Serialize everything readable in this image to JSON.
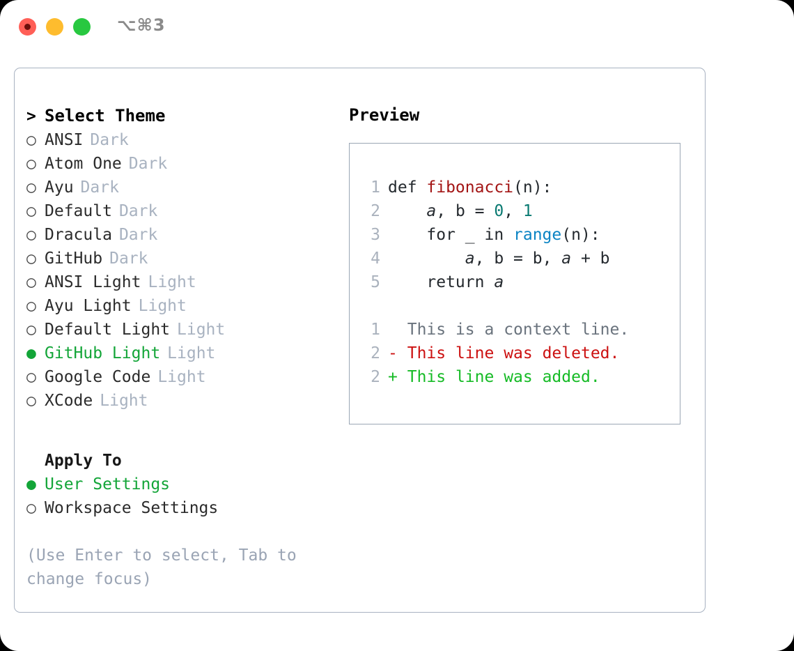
{
  "titlebar": {
    "shortcut": "⌥⌘3",
    "buttons": {
      "close": "close",
      "minimize": "minimize",
      "maximize": "maximize"
    }
  },
  "theme_list": {
    "heading_marker": ">",
    "heading": "Select Theme",
    "items": [
      {
        "marker": "○",
        "label": "ANSI",
        "tag": "Dark",
        "selected": false
      },
      {
        "marker": "○",
        "label": "Atom One",
        "tag": "Dark",
        "selected": false
      },
      {
        "marker": "○",
        "label": "Ayu",
        "tag": "Dark",
        "selected": false
      },
      {
        "marker": "○",
        "label": "Default",
        "tag": "Dark",
        "selected": false
      },
      {
        "marker": "○",
        "label": "Dracula",
        "tag": "Dark",
        "selected": false
      },
      {
        "marker": "○",
        "label": "GitHub",
        "tag": "Dark",
        "selected": false
      },
      {
        "marker": "○",
        "label": "ANSI Light",
        "tag": "Light",
        "selected": false
      },
      {
        "marker": "○",
        "label": "Ayu Light",
        "tag": "Light",
        "selected": false
      },
      {
        "marker": "○",
        "label": "Default Light",
        "tag": "Light",
        "selected": false
      },
      {
        "marker": "●",
        "label": "GitHub Light",
        "tag": "Light",
        "selected": true
      },
      {
        "marker": "○",
        "label": "Google Code",
        "tag": "Light",
        "selected": false
      },
      {
        "marker": "○",
        "label": "XCode",
        "tag": "Light",
        "selected": false
      }
    ]
  },
  "apply_to": {
    "title": "Apply To",
    "items": [
      {
        "marker": "●",
        "label": "User Settings",
        "selected": true
      },
      {
        "marker": "○",
        "label": "Workspace Settings",
        "selected": false
      }
    ]
  },
  "hint": "(Use Enter to select, Tab to change focus)",
  "preview": {
    "title": "Preview",
    "code_lines": [
      {
        "number": "1",
        "tokens": [
          {
            "text": "def ",
            "type": "plain"
          },
          {
            "text": "fibonacci",
            "type": "fn"
          },
          {
            "text": "(n):",
            "type": "plain"
          }
        ]
      },
      {
        "number": "2",
        "tokens": [
          {
            "text": "    ",
            "type": "plain"
          },
          {
            "text": "a",
            "type": "var"
          },
          {
            "text": ", b = ",
            "type": "plain"
          },
          {
            "text": "0",
            "type": "num"
          },
          {
            "text": ", ",
            "type": "plain"
          },
          {
            "text": "1",
            "type": "num"
          }
        ]
      },
      {
        "number": "3",
        "tokens": [
          {
            "text": "    for _ in ",
            "type": "plain"
          },
          {
            "text": "range",
            "type": "kw"
          },
          {
            "text": "(n):",
            "type": "plain"
          }
        ]
      },
      {
        "number": "4",
        "tokens": [
          {
            "text": "        ",
            "type": "plain"
          },
          {
            "text": "a",
            "type": "var"
          },
          {
            "text": ", b = b, ",
            "type": "plain"
          },
          {
            "text": "a",
            "type": "var"
          },
          {
            "text": " + b",
            "type": "plain"
          }
        ]
      },
      {
        "number": "5",
        "tokens": [
          {
            "text": "    return ",
            "type": "plain"
          },
          {
            "text": "a",
            "type": "var"
          }
        ]
      }
    ],
    "diff_lines": [
      {
        "number": "1",
        "sign": " ",
        "text": "This is a context line.",
        "kind": "context"
      },
      {
        "number": "2",
        "sign": "-",
        "text": "This line was deleted.",
        "kind": "deleted"
      },
      {
        "number": "2",
        "sign": "+",
        "text": "This line was added.",
        "kind": "added"
      }
    ]
  },
  "colors": {
    "selected_green": "#13a538",
    "muted_tag": "#a8b2c0",
    "hint_grey": "#9aa4b4",
    "panel_border": "#a8b2c1",
    "diff_deleted": "#cc1111",
    "diff_added": "#16bb26",
    "diff_context": "#6a737d",
    "code_function": "#a31515",
    "code_number": "#0a7a72",
    "code_keyword": "#0b84c4",
    "light_close": "#ff5f57",
    "light_min": "#febc2e",
    "light_max": "#28c840"
  }
}
